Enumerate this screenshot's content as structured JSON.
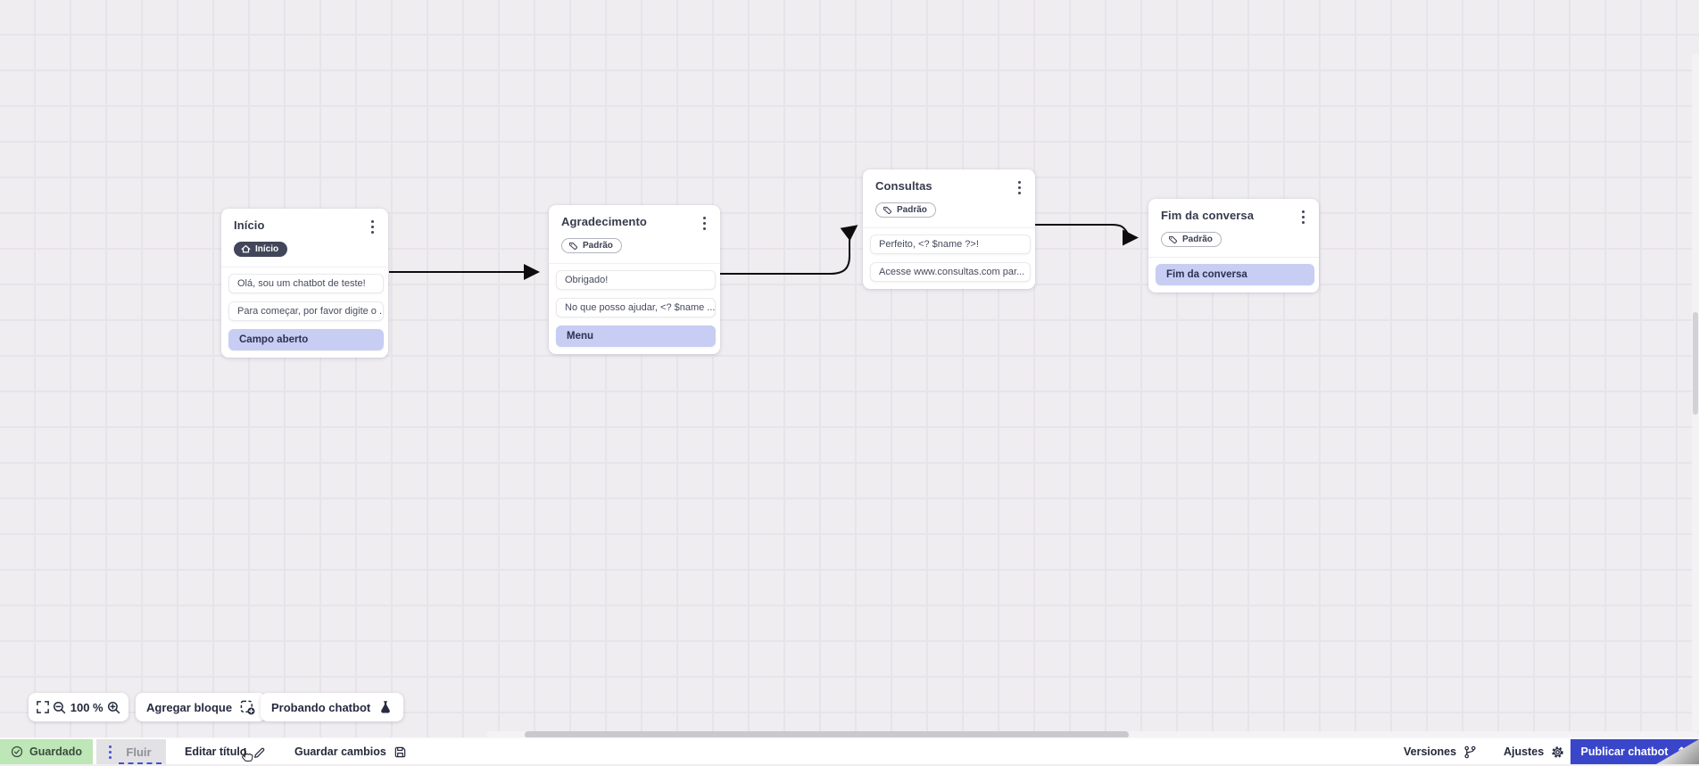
{
  "canvas": {
    "nodes": [
      {
        "title": "Início",
        "badge": {
          "label": "Início",
          "style": "dark",
          "icon": "home-icon"
        },
        "cards": [
          {
            "text": "Olá, sou um chatbot de teste!",
            "type": "message"
          },
          {
            "text": "Para começar, por favor digite o ...",
            "type": "message"
          },
          {
            "text": "Campo aberto",
            "type": "action"
          }
        ]
      },
      {
        "title": "Agradecimento",
        "badge": {
          "label": "Padrão",
          "style": "outline",
          "icon": "tag-icon"
        },
        "cards": [
          {
            "text": "Obrigado!",
            "type": "message"
          },
          {
            "text": "No que posso ajudar, <? $name ...",
            "type": "message"
          },
          {
            "text": "Menu",
            "type": "action"
          }
        ]
      },
      {
        "title": "Consultas",
        "badge": {
          "label": "Padrão",
          "style": "outline",
          "icon": "tag-icon"
        },
        "cards": [
          {
            "text": "Perfeito, <? $name ?>!",
            "type": "message"
          },
          {
            "text": "Acesse www.consultas.com par...",
            "type": "message"
          }
        ]
      },
      {
        "title": "Fim da conversa",
        "badge": {
          "label": "Padrão",
          "style": "outline",
          "icon": "tag-icon"
        },
        "cards": [
          {
            "text": "Fim da conversa",
            "type": "action"
          }
        ]
      }
    ]
  },
  "toolbar": {
    "zoom_value": "100 %",
    "add_block_label": "Agregar bloque",
    "test_chatbot_label": "Probando chatbot"
  },
  "statusbar": {
    "saved_label": "Guardado",
    "flow_tab_label": "Fluir",
    "edit_title_label": "Editar título",
    "save_changes_label": "Guardar cambios",
    "versions_label": "Versiones",
    "settings_label": "Ajustes",
    "publish_label": "Publicar chatbot"
  },
  "icons": {
    "home-icon": "house glyph in dark badge",
    "tag-icon": "outline label tag",
    "more-vertical-icon": "kebab three dots",
    "fullscreen-icon": "fit-view corners",
    "zoom-out-icon": "magnifier minus",
    "zoom-in-icon": "magnifier plus",
    "add-block-icon": "dashed square with plus",
    "flask-icon": "test flask",
    "check-circle-icon": "saved check",
    "pencil-icon": "edit pencil",
    "save-icon": "floppy disk",
    "branch-icon": "version branch",
    "gear-icon": "settings gear",
    "upload-icon": "publish upload tray",
    "cursor-pointer-icon": "mouse hand cursor"
  },
  "colors": {
    "accent_blue": "#3a46c9",
    "saved_green_bg": "#bde7b6",
    "action_card_lavender": "#c7cdf3",
    "dark_badge": "#42465a",
    "arrow": "#0d0d0d",
    "canvas_bg": "#efedf0"
  }
}
